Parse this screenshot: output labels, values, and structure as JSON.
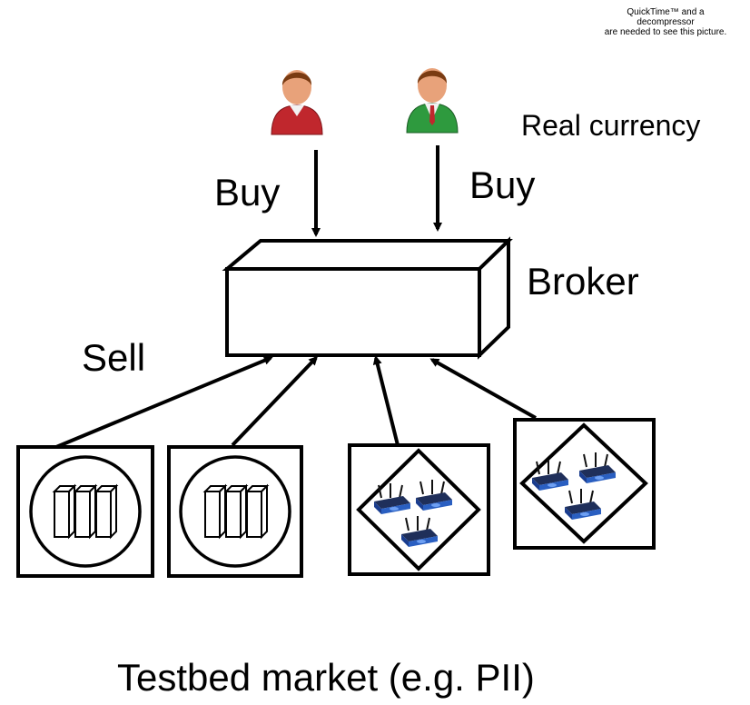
{
  "notice": {
    "line1": "QuickTime™ and a",
    "line2": "decompressor",
    "line3": "are needed to see this picture."
  },
  "labels": {
    "real_currency": "Real currency",
    "buy_left": "Buy",
    "buy_right": "Buy",
    "broker": "Broker",
    "sell": "Sell",
    "caption": "Testbed market (e.g. PII)"
  },
  "colors": {
    "buyer_left_shirt": "#c0272d",
    "buyer_right_shirt": "#2e9a3e",
    "router_blue": "#2a5fc1",
    "skin": "#e8a27a",
    "hair": "#7a3b12"
  },
  "nodes": [
    {
      "kind": "server-cluster",
      "icon": "server-icon"
    },
    {
      "kind": "server-cluster",
      "icon": "server-icon"
    },
    {
      "kind": "router-group",
      "icon": "router-icon"
    },
    {
      "kind": "router-group",
      "icon": "router-icon"
    }
  ]
}
